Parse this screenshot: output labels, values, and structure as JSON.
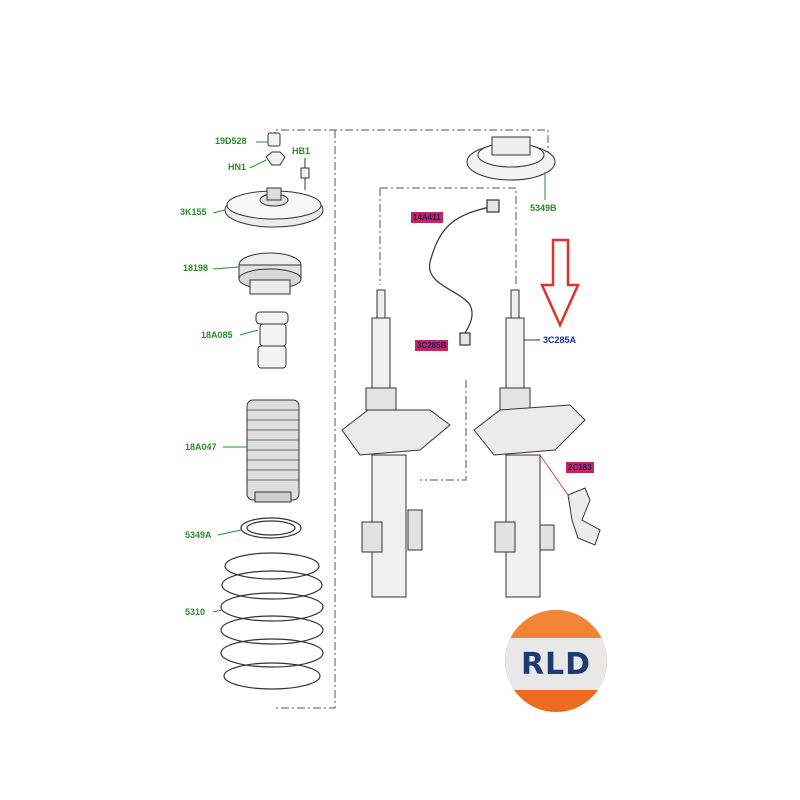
{
  "labels": {
    "nut": "19D528",
    "hn1": "HN1",
    "hb1": "HB1",
    "mount": "3K155",
    "bearing": "18198",
    "bump_stop": "18A085",
    "boot": "18A047",
    "lower_seat": "5349A",
    "spring": "5310",
    "upper_seat": "5349B",
    "sensor": "14A411",
    "strut_left": "3C285B",
    "strut_right": "3C285A",
    "bracket": "2C183"
  },
  "logo": {
    "text": "RLD",
    "colors": {
      "top": "#f28436",
      "band": "#e8e8e8",
      "text": "#1e3a6e"
    }
  },
  "colors": {
    "label_green": "#2e8b2e",
    "label_blue": "#1a2c9a",
    "highlight": "#c8245c",
    "arrow": "#e0322a"
  }
}
